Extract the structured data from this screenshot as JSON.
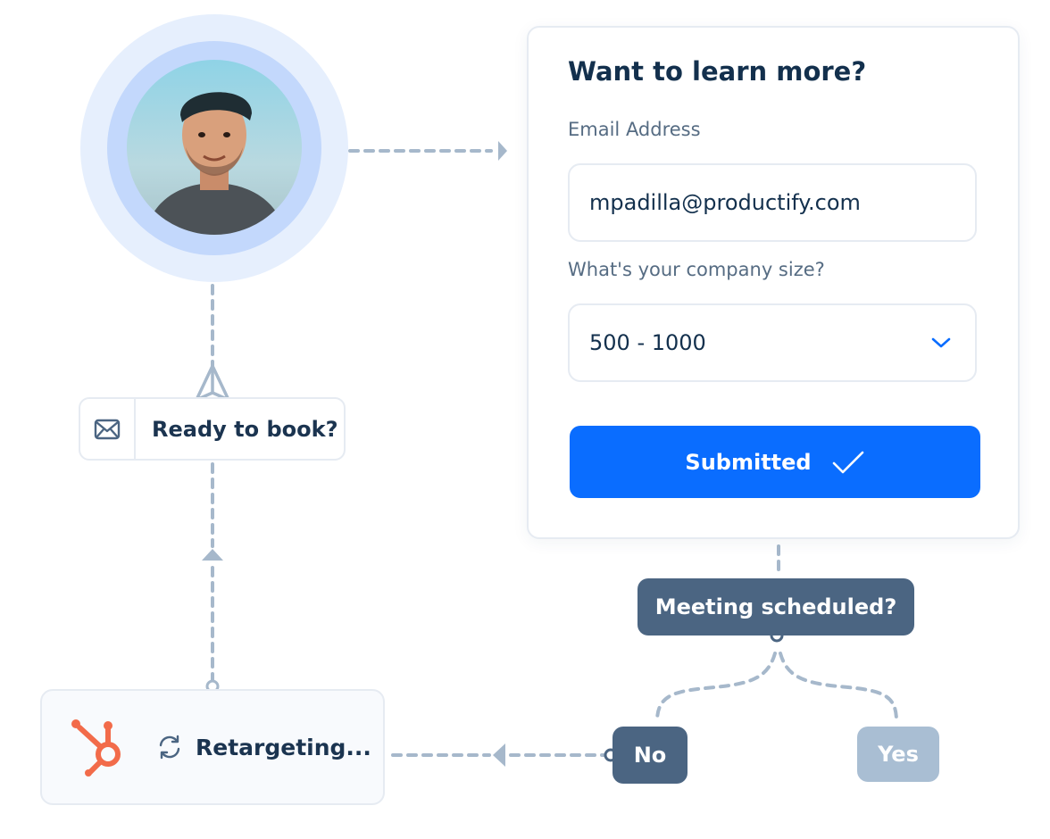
{
  "contact": {
    "avatar": "person-photo"
  },
  "email_step": {
    "icon": "envelope-icon",
    "label": "Ready to book?"
  },
  "form": {
    "title": "Want to learn more?",
    "email_label": "Email Address",
    "email_value": "mpadilla@productify.com",
    "size_label": "What's your company size?",
    "size_value": "500 - 1000",
    "submit_label": "Submitted"
  },
  "decision": {
    "question": "Meeting scheduled?",
    "no_label": "No",
    "yes_label": "Yes"
  },
  "retarget_step": {
    "brand_icon": "hubspot-icon",
    "status_icon": "refresh-icon",
    "label": "Retargeting..."
  },
  "colors": {
    "primary": "#0a6dff",
    "node_dark": "#4b6582",
    "node_muted": "#a9bed3",
    "connector": "#a6b8cb",
    "hubspot": "#f26b4a"
  }
}
